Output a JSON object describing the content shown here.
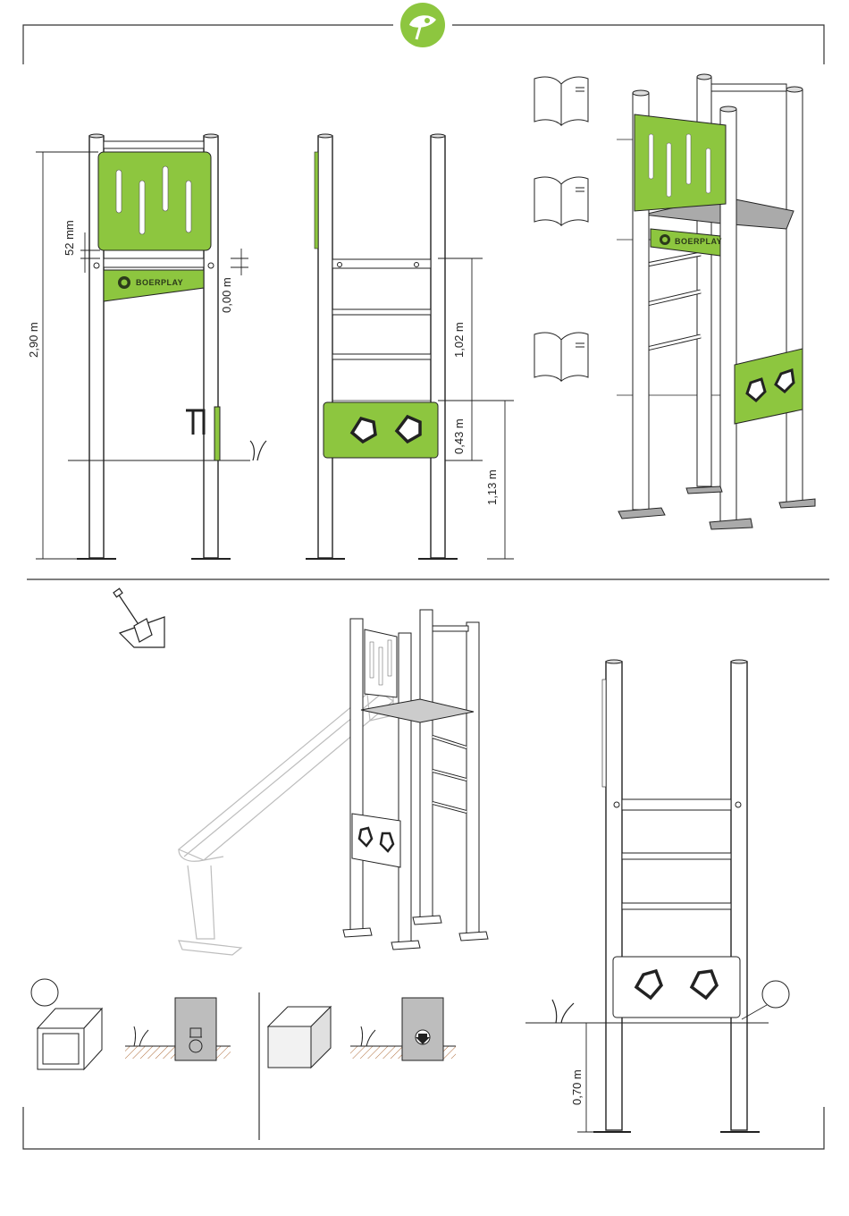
{
  "brand": {
    "name": "BOERPLAY",
    "logo_icon": "leaf-logo-icon",
    "accent": "#8dc63f",
    "accent_dark": "#6a9a2c"
  },
  "dimensions": {
    "panel_gap": "52 mm",
    "ground_offset": "0,00 m",
    "total_height": "2,90 m",
    "platform_height": "1,02 m",
    "lower_panel": "0,43 m",
    "lower_to_ground": "1,13 m",
    "burial_depth": "0,70 m"
  },
  "icons": {
    "manual": "open-book-icon",
    "dig": "shovel-icon"
  }
}
